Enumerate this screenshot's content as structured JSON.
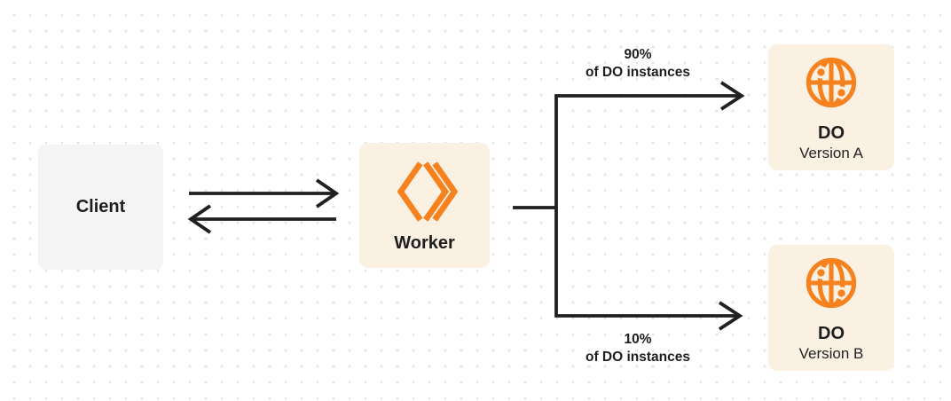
{
  "colors": {
    "orange": "#F6821F",
    "cream": "#FAF1E3",
    "client_gray": "#F5F5F6",
    "ink": "#1E1E1E",
    "arrow": "#202020",
    "dot": "#E4E3E6",
    "bg": "#FFFFFF"
  },
  "nodes": {
    "client": {
      "label": "Client"
    },
    "worker": {
      "label": "Worker",
      "icon": "workers-chevrons-icon"
    },
    "do_version_a": {
      "title": "DO",
      "subtitle": "Version A",
      "icon": "globe-icon"
    },
    "do_version_b": {
      "title": "DO",
      "subtitle": "Version B",
      "icon": "globe-icon"
    }
  },
  "edge_labels": {
    "top": {
      "percent": "90%",
      "caption": "of DO instances"
    },
    "bottom": {
      "percent": "10%",
      "caption": "of DO instances"
    }
  }
}
